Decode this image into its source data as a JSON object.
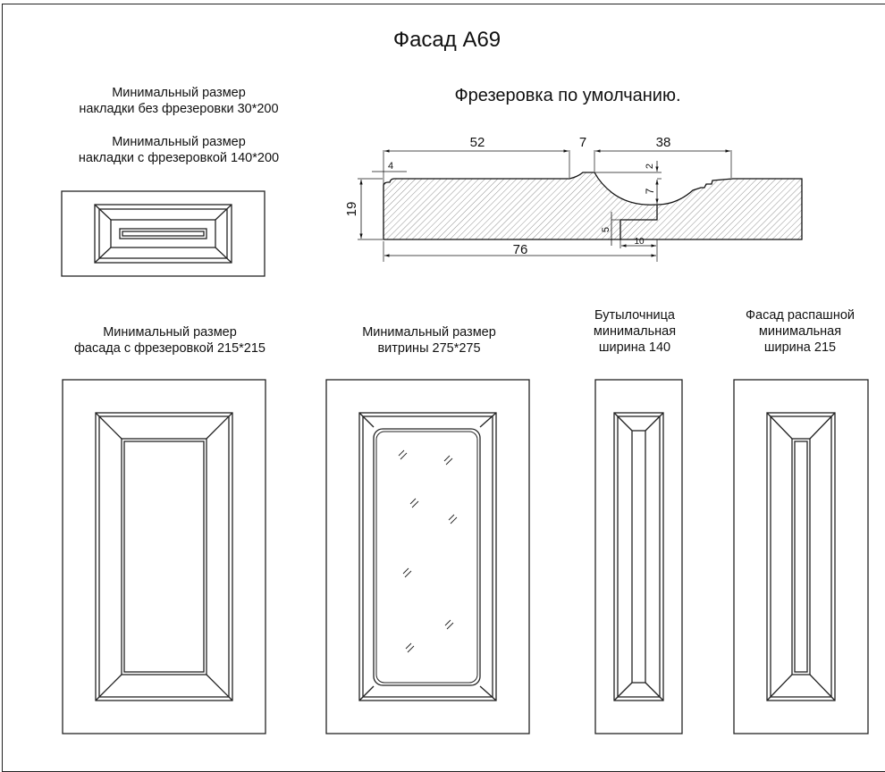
{
  "title": "Фасад А69",
  "profile_title": "Фрезеровка по умолчанию.",
  "captions": {
    "overlay_no_mill": [
      "Минимальный размер",
      "накладки без фрезеровки 30*200"
    ],
    "overlay_mill": [
      "Минимальный размер",
      "накладки с фрезеровкой 140*200"
    ],
    "facade_mill": [
      "Минимальный размер",
      "фасада с фрезеровкой  215*215"
    ],
    "showcase": [
      "Минимальный размер",
      "витрины 275*275"
    ],
    "bottle": [
      "Бутылочница",
      "минимальная",
      "ширина 140"
    ],
    "hinged": [
      "Фасад распашной",
      "минимальная",
      "ширина 215"
    ]
  },
  "dimensions": {
    "d52": "52",
    "d7_top": "7",
    "d38": "38",
    "d4": "4",
    "d2": "2",
    "d7_side": "7",
    "d19": "19",
    "d5": "5",
    "d10": "10",
    "d76": "76"
  },
  "colors": {
    "line": "#222222",
    "hatch": "#555555",
    "background": "#ffffff"
  }
}
